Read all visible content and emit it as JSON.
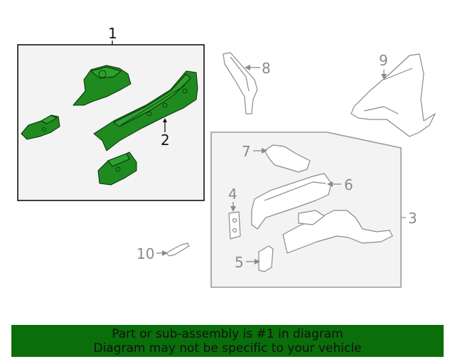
{
  "callouts": {
    "c1": "1",
    "c2": "2",
    "c3": "3",
    "c4": "4",
    "c5": "5",
    "c6": "6",
    "c7": "7",
    "c8": "8",
    "c9": "9",
    "c10": "10"
  },
  "banner": {
    "line1": "Part or sub-assembly is #1 in diagram",
    "line2": "Diagram may not be specific to your vehicle"
  },
  "colors": {
    "highlight_part": "#1f8a1f",
    "banner_bg": "#0a6e0a",
    "inactive_part": "#9a9a9a"
  }
}
